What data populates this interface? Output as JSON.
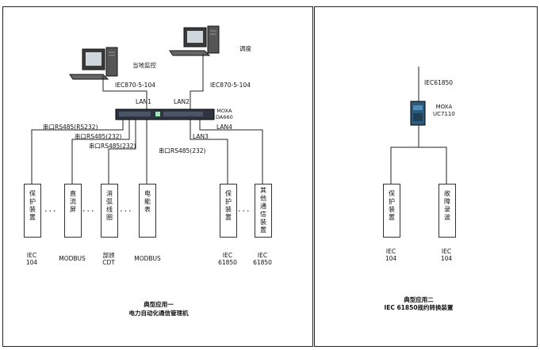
{
  "left": {
    "pc_local_label": "当地监控",
    "pc_dispatch_label": "调度",
    "iec104_left": "IEC870-5-104",
    "iec104_right": "IEC870-5-104",
    "lan1": "LAN1",
    "lan2": "LAN2",
    "lan3": "LAN3",
    "lan4": "LAN4",
    "device_name": "MOXA\nDA660",
    "serial1": "串口RS485(RS232)",
    "serial2": "串口RS485(232)",
    "serial3": "串口RS485(232)",
    "serial4": "串口RS485(232)",
    "devices": [
      {
        "label": "保\n护\n装\n置",
        "proto": "IEC\n104"
      },
      {
        "label": "直\n流\n屏",
        "proto": "MODBUS"
      },
      {
        "label": "消\n弧\n线\n圈",
        "proto": "部颁\nCDT"
      },
      {
        "label": "电\n能\n表",
        "proto": "MODBUS"
      },
      {
        "label": "保\n护\n装\n置",
        "proto": "IEC\n61850"
      },
      {
        "label": "其\n他\n通\n信\n装\n置",
        "proto": "IEC\n61850"
      }
    ],
    "caption_line1": "典型应用一",
    "caption_line2": "电力自动化通信管理机"
  },
  "right": {
    "iec61850": "IEC61850",
    "device_name": "MOXA\nUC7110",
    "devices": [
      {
        "label": "保\n护\n装\n置",
        "proto": "IEC\n104"
      },
      {
        "label": "故\n障\n录\n波",
        "proto": "IEC\n104"
      }
    ],
    "caption_line1": "典型应用二",
    "caption_line2": "IEC 61850规约转换装置"
  }
}
